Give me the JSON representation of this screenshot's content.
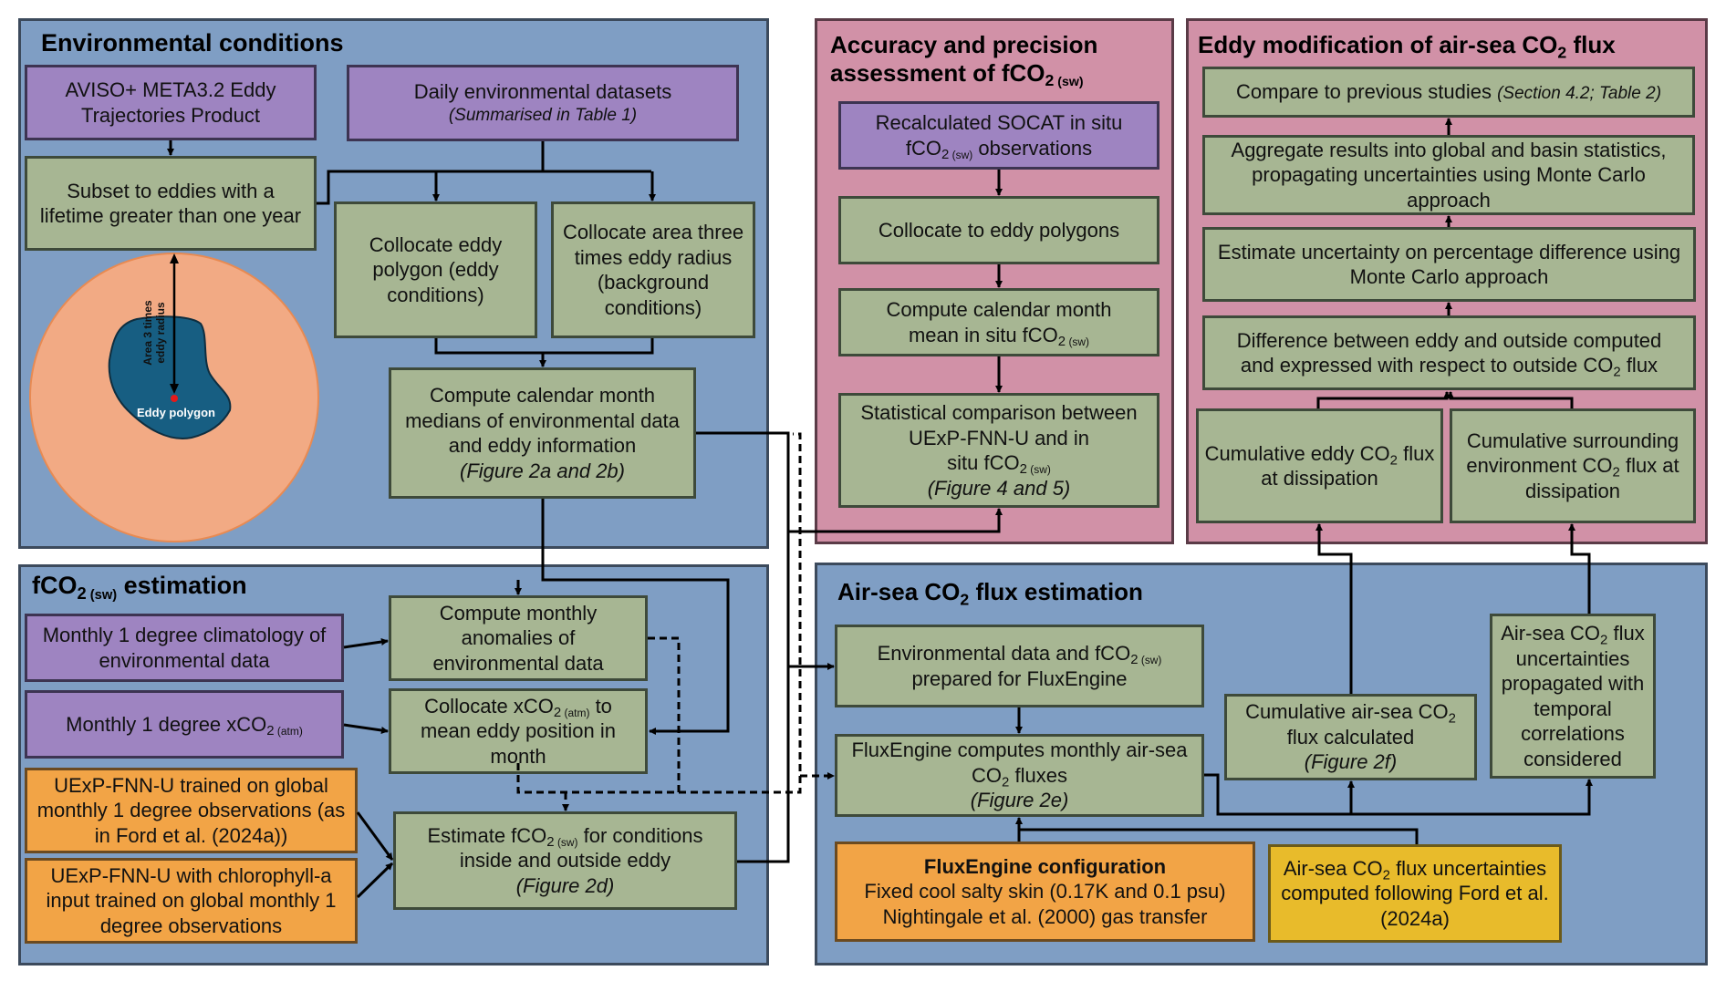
{
  "panels": {
    "environmental": {
      "title": "Environmental conditions",
      "aviso": {
        "line1": "AVISO+ META3.2 Eddy",
        "line2": "Trajectories Product"
      },
      "daily": {
        "line1": "Daily environmental datasets",
        "note": "(Summarised in Table 1)"
      },
      "subset": {
        "text": "Subset to eddies with a lifetime greater than one year"
      },
      "collocate_eddy": {
        "text": "Collocate eddy polygon (eddy conditions)"
      },
      "collocate_area": {
        "text": "Collocate area three times eddy radius (background conditions)"
      },
      "medians": {
        "text": "Compute calendar month medians of environmental data and eddy information",
        "note": "(Figure 2a and 2b)"
      },
      "diagram": {
        "radius_label_1": "Area 3 times",
        "radius_label_2": "eddy radius",
        "polygon_label": "Eddy polygon"
      }
    },
    "fco2": {
      "title_main": "fCO",
      "title_sub2": "2",
      "title_subsw": " (sw)",
      "title_rest": " estimation",
      "climatology": {
        "text": "Monthly 1 degree climatology of environmental data"
      },
      "xco2": {
        "pre": "Monthly 1 degree xCO",
        "sub2": "2",
        "subatm": " (atm)"
      },
      "uexp1": {
        "text": "UExP-FNN-U trained on global monthly 1 degree observations (as in Ford et al. (2024a))"
      },
      "uexp2": {
        "text": "UExP-FNN-U with chlorophyll-a input trained on global monthly 1 degree observations"
      },
      "anomalies": {
        "text": "Compute monthly anomalies of environmental data"
      },
      "collocate_xco2": {
        "pre": "Collocate xCO",
        "sub2": "2",
        "subatm": " (atm)",
        "post": " to mean eddy position in month"
      },
      "estimate": {
        "pre": "Estimate fCO",
        "sub2": "2",
        "subsw": " (sw)",
        "post": " for conditions inside and outside eddy",
        "note": "(Figure 2d)"
      }
    },
    "accuracy": {
      "title_line1": "Accuracy and precision",
      "title_line2_pre": "assessment of fCO",
      "title_sub2": "2",
      "title_subsw": " (sw)",
      "socat": {
        "line1": "Recalculated SOCAT in situ",
        "pre": "fCO",
        "sub2": "2",
        "subsw": " (sw)",
        "post": " observations"
      },
      "collocate": {
        "text": "Collocate to eddy polygons"
      },
      "mean": {
        "line1": "Compute calendar month",
        "pre": "mean in situ fCO",
        "sub2": "2",
        "subsw": " (sw)"
      },
      "stats": {
        "line1": "Statistical comparison between UExP-FNN-U and in",
        "pre": "situ fCO",
        "sub2": "2",
        "subsw": " (sw)",
        "note": "(Figure 4 and 5)"
      }
    },
    "eddy_mod": {
      "title_pre": "Eddy modification of air-sea CO",
      "title_sub2": "2",
      "title_post": " flux",
      "compare": {
        "text": "Compare to previous studies ",
        "note": "(Section 4.2; Table 2)"
      },
      "aggregate": {
        "text": "Aggregate results into global and basin statistics, propagating uncertainties using Monte Carlo approach"
      },
      "estimate_unc": {
        "text": "Estimate uncertainty on percentage difference using Monte Carlo approach"
      },
      "difference": {
        "line1": "Difference between eddy and outside computed",
        "pre": "and expressed with respect to outside CO",
        "sub2": "2",
        "post": " flux"
      },
      "cum_eddy": {
        "pre": "Cumulative eddy CO",
        "sub2": "2",
        "post": " flux at dissipation"
      },
      "cum_env": {
        "pre": "Cumulative surrounding environment CO",
        "sub2": "2",
        "post": " flux at dissipation"
      }
    },
    "airsea": {
      "title_pre": "Air-sea CO",
      "title_sub2": "2",
      "title_post": " flux estimation",
      "prepared": {
        "pre": "Environmental data and fCO",
        "sub2": "2",
        "subsw": " (sw)",
        "post": " prepared for FluxEngine"
      },
      "computes": {
        "pre": "FluxEngine computes monthly air-sea CO",
        "sub2": "2",
        "post": " fluxes",
        "note": "(Figure 2e)"
      },
      "cumulative": {
        "pre": "Cumulative air-sea CO",
        "sub2": "2",
        "post": " flux calculated",
        "note": "(Figure 2f)"
      },
      "uncert_prop": {
        "pre": "Air-sea CO",
        "sub2": "2",
        "post": " flux uncertainties propagated with temporal correlations considered"
      },
      "config": {
        "title": "FluxEngine configuration",
        "line1": "Fixed cool salty skin (0.17K and 0.1 psu)",
        "line2": "Nightingale et al. (2000) gas transfer"
      },
      "uncert_comp": {
        "pre": "Air-sea CO",
        "sub2": "2",
        "post": " flux uncertainties computed following Ford et al. (2024a)"
      }
    }
  },
  "colors": {
    "panel_blue": "#7f9ec4",
    "panel_pink": "#d191a7",
    "process_green": "#a7b693",
    "input_purple": "#9e84c1",
    "model_orange": "#f2a446",
    "uncertainty_yellow": "#e8bb2b",
    "outer_area": "#f2aa84",
    "eddy_polygon": "#175e82"
  }
}
